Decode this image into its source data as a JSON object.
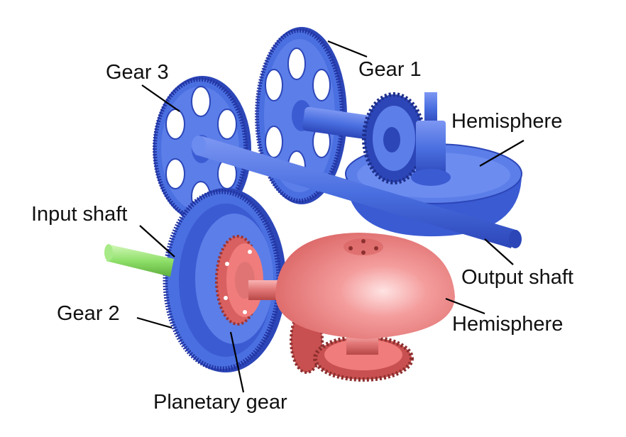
{
  "labels": {
    "gear1": "Gear 1",
    "gear2": "Gear 2",
    "gear3": "Gear 3",
    "hemisphere_top": "Hemisphere",
    "hemisphere_bottom": "Hemisphere",
    "input_shaft": "Input shaft",
    "output_shaft": "Output shaft",
    "planetary_gear": "Planetary gear"
  },
  "colors": {
    "blue_part": "#4a6fe0",
    "blue_dark": "#2c46b8",
    "red_part": "#f07c7c",
    "red_dark": "#c95050",
    "green_part": "#8fe06a",
    "leader": "#000000"
  }
}
